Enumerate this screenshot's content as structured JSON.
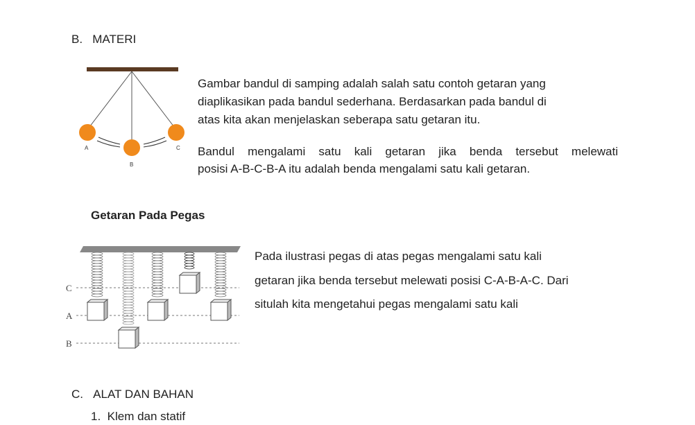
{
  "section_b": {
    "number": "B.",
    "title": "MATERI"
  },
  "pendulum": {
    "labels": [
      "A",
      "B",
      "C"
    ],
    "paragraph1_lines": [
      "Gambar bandul di samping adalah salah satu contoh getaran yang",
      "diaplikasikan pada bandul sederhana. Berdasarkan pada bandul di",
      "atas kita akan menjelaskan seberapa satu getaran itu."
    ],
    "paragraph2_lines": [
      "Bandul mengalami satu kali getaran jika benda tersebut melewati",
      "posisi A-B-C-B-A itu adalah benda mengalami satu kali getaran."
    ]
  },
  "spring": {
    "heading": "Getaran Pada Pegas",
    "labels": [
      "C",
      "A",
      "B"
    ],
    "paragraph_lines": [
      "Pada ilustrasi pegas di atas pegas mengalami satu kali",
      "getaran jika benda tersebut melewati posisi C-A-B-A-C. Dari",
      "situlah kita mengetahui pegas mengalami satu kali"
    ]
  },
  "section_c": {
    "number": "C.",
    "title": "ALAT DAN BAHAN",
    "items": [
      "1.  Klem dan statif"
    ]
  },
  "colors": {
    "bob": "#f08a1c",
    "bar": "#5a3a22"
  }
}
